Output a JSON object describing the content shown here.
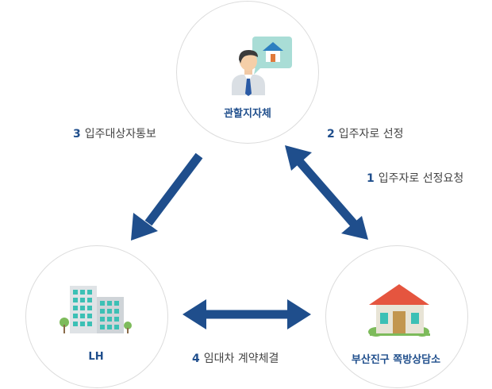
{
  "nodes": {
    "government": {
      "label": "관할지자체",
      "icon": "official-with-house-speech-bubble-icon"
    },
    "lh": {
      "label": "LH",
      "icon": "office-building-icon"
    },
    "counseling": {
      "label": "부산진구 쪽방상담소",
      "icon": "house-icon"
    }
  },
  "edges": [
    {
      "num": "3",
      "text": "입주대상자통보"
    },
    {
      "num": "2",
      "text": "입주자로 선정"
    },
    {
      "num": "1",
      "text": "입주자로 선정요청"
    },
    {
      "num": "4",
      "text": "임대차 계약체결"
    }
  ],
  "colors": {
    "arrow": "#1f4e8c",
    "label": "#1f4e8c",
    "circle_border": "#dcdcdc"
  }
}
